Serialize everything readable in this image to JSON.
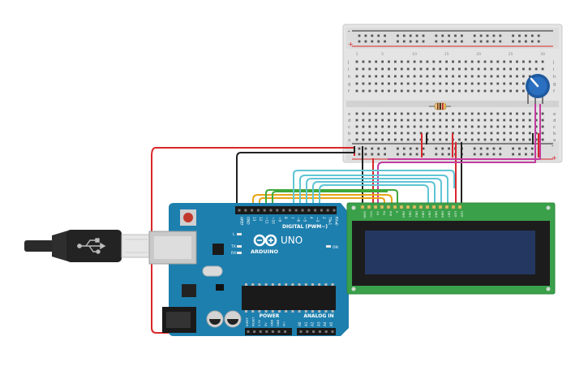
{
  "arduino": {
    "brand": "ARDUINO",
    "model": "UNO",
    "digital_header": "DIGITAL (PWM~)",
    "power_header": "POWER",
    "analog_header": "ANALOG IN",
    "on_label": "ON",
    "led_l": "L",
    "led_tx": "TX",
    "led_rx": "RX",
    "digital_pins": [
      "AREF",
      "GND",
      "13",
      "12",
      "~11",
      "~10",
      "~9",
      "8",
      "7",
      "~6",
      "~5",
      "4",
      "~3",
      "2",
      "TX▸1",
      "RX◂0"
    ],
    "power_pins": [
      "IOREF",
      "RESET",
      "3.3V",
      "5V",
      "GND",
      "GND",
      "Vin"
    ],
    "analog_pins": [
      "A0",
      "A1",
      "A2",
      "A3",
      "A4",
      "A5"
    ]
  },
  "lcd": {
    "pins": [
      "GND",
      "VCC",
      "V0",
      "RS",
      "RW",
      "E",
      "DB0",
      "DB1",
      "DB2",
      "DB3",
      "DB4",
      "DB5",
      "DB6",
      "DB7",
      "LED",
      "LED"
    ]
  },
  "breadboard": {
    "row_letters_top": [
      "j",
      "i",
      "h",
      "g",
      "f"
    ],
    "row_letters_bottom": [
      "e",
      "d",
      "c",
      "b",
      "a"
    ],
    "rail_plus": "+",
    "rail_minus": "-",
    "column_numbers": [
      "1",
      "5",
      "10",
      "15",
      "20",
      "25",
      "30"
    ]
  },
  "colors": {
    "arduino_board": "#1d7fae",
    "lcd_board": "#3aa14a",
    "lcd_screen": "#243760",
    "wire_red": "#d9262b",
    "wire_black": "#222222",
    "wire_green": "#3ea83a",
    "wire_yellow": "#e7a516",
    "wire_cyan": "#5fc5d4",
    "wire_magenta": "#c43c9e",
    "pot_knob": "#2b6fc0"
  }
}
